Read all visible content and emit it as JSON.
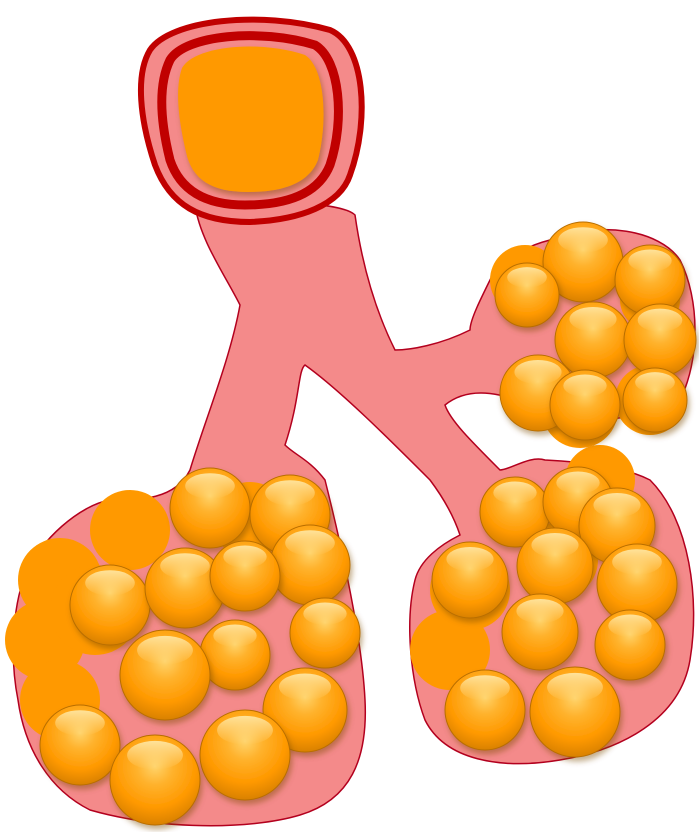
{
  "diagram": {
    "colors": {
      "tissue_fill": "#F48A8A",
      "tissue_stroke": "#B3001E",
      "ring_dark": "#C00000",
      "alveolus_fill": "#FF9900",
      "alveolus_highlight": "#FFD36A",
      "alveolus_shadow": "#B86E00",
      "lumen_fill": "#FF9900"
    },
    "parts": [
      "airway-cross-section",
      "bronchiole-trunk",
      "left-alveolar-sac",
      "center-alveolar-sac",
      "right-upper-alveolar-sac"
    ]
  }
}
